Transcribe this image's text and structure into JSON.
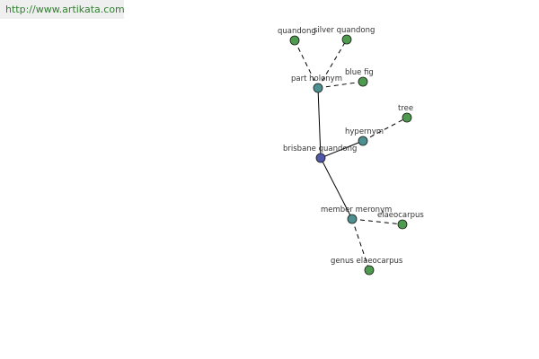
{
  "source": {
    "url_text": "http://www.artikata.com"
  },
  "colors": {
    "center_node": "#5157a8",
    "relation_node": "#4e8f8f",
    "leaf_node": "#4e9a4e",
    "banner_text": "#2f7d2f",
    "banner_bg": "#efefef"
  },
  "graph": {
    "center": {
      "id": "center",
      "label": "brisbane quandong",
      "kind": "center"
    },
    "relations": [
      {
        "id": "part-holonym",
        "label": "part holonym",
        "kind": "relation",
        "children": [
          {
            "id": "quandong",
            "label": "quandong",
            "kind": "leaf"
          },
          {
            "id": "silver-quandong",
            "label": "silver quandong",
            "kind": "leaf"
          },
          {
            "id": "blue-fig",
            "label": "blue fig",
            "kind": "leaf"
          }
        ]
      },
      {
        "id": "hypernym",
        "label": "hypernym",
        "kind": "relation",
        "children": [
          {
            "id": "tree",
            "label": "tree",
            "kind": "leaf"
          }
        ]
      },
      {
        "id": "member-meronym",
        "label": "member meronym",
        "kind": "relation",
        "children": [
          {
            "id": "elaeocarpus",
            "label": "elaeocarpus",
            "kind": "leaf"
          },
          {
            "id": "genus-elaeocarpus",
            "label": "genus elaeocarpus",
            "kind": "leaf"
          }
        ]
      }
    ]
  }
}
